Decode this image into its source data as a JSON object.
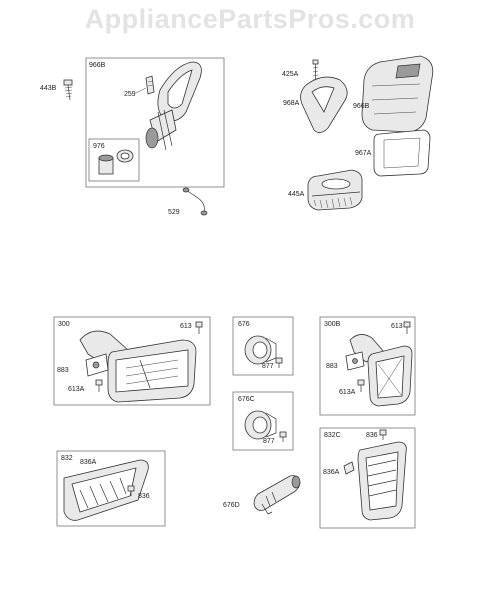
{
  "watermark": "AppliancePartsPros.com",
  "callouts": {
    "c443B": "443B",
    "c966B_a": "966B",
    "c259": "259",
    "c976": "976",
    "c529": "529",
    "c425A": "425A",
    "c968A": "968A",
    "c966B_b": "966B",
    "c967A": "967A",
    "c445A": "445A",
    "c300": "300",
    "c613_a": "613",
    "c883_a": "883",
    "c613A_a": "613A",
    "c676": "676",
    "c877_a": "877",
    "c676C": "676C",
    "c877_b": "877",
    "c676D": "676D",
    "c300B": "300B",
    "c613_b": "613",
    "c883_b": "883",
    "c613A_b": "613A",
    "c832": "832",
    "c836A_a": "836A",
    "c836_a": "836",
    "c832C": "832C",
    "c836_b": "836",
    "c836A_b": "836A"
  }
}
